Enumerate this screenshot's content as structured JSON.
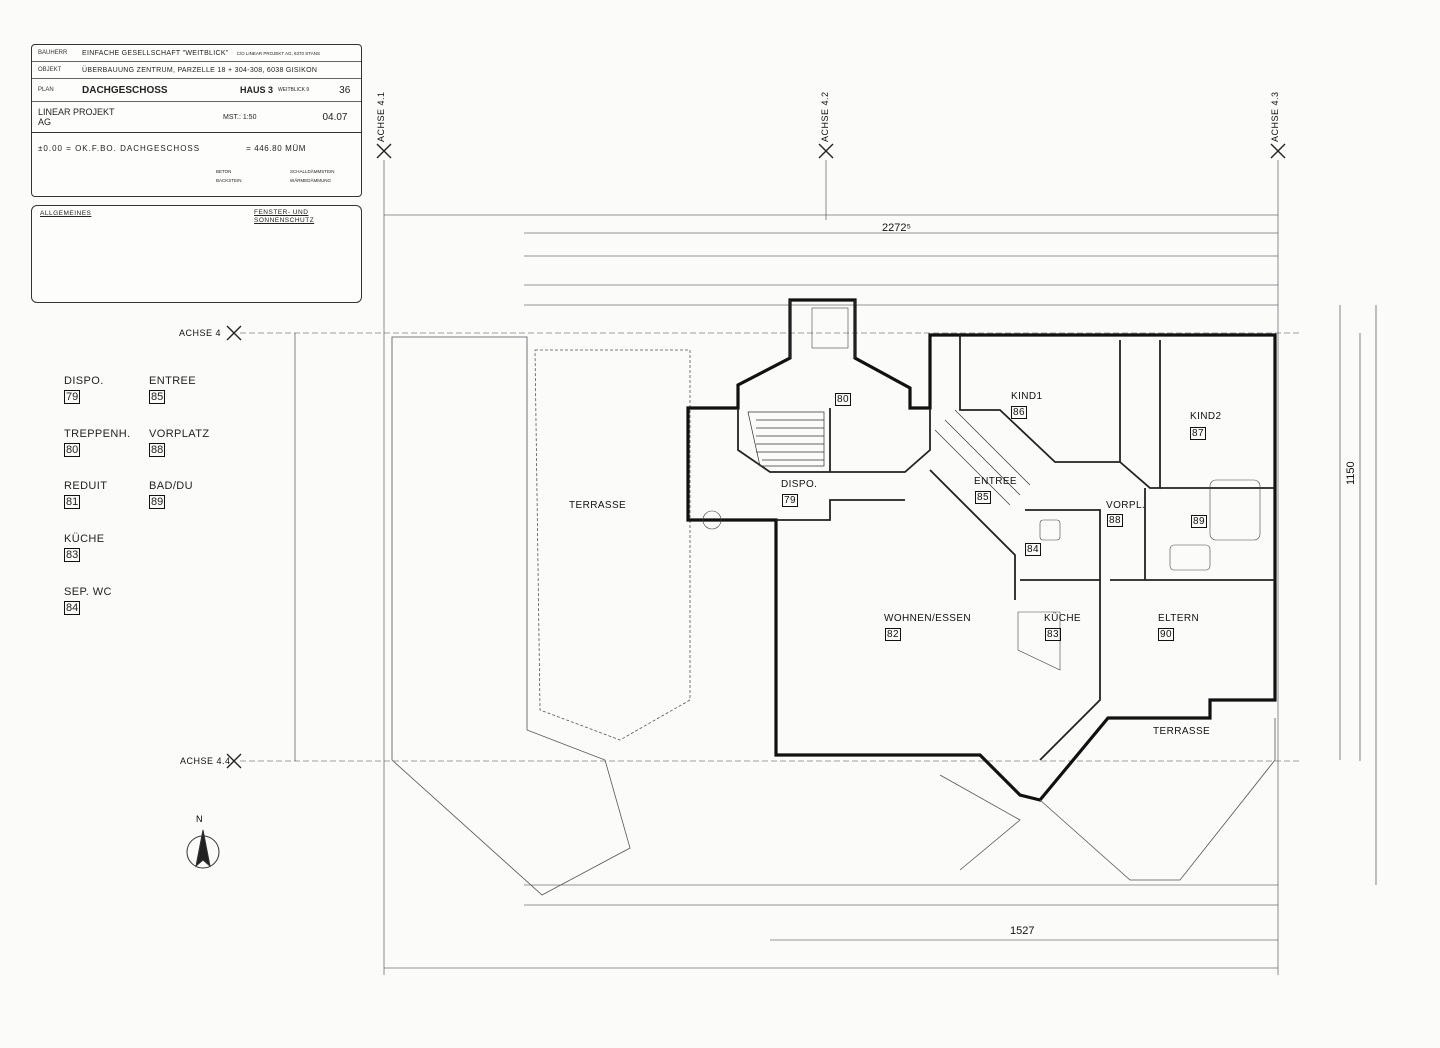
{
  "title_block": {
    "bauherr_key": "BAUHERR",
    "bauherr_val": "EINFACHE GESELLSCHAFT \"WEITBLICK\"",
    "bauherr_note": "C/O LINEAR PROJEKT AG, 6370 STANS",
    "objekt_key": "OBJEKT",
    "objekt_val": "ÜBERBAUUNG ZENTRUM, PARZELLE 18 + 304-308, 6038 GISIKON",
    "plan_key": "PLAN",
    "plan_val": "DACHGESCHOSS",
    "haus": "HAUS 3",
    "weitblick": "WEITBLICK 9",
    "plan_no": "36",
    "firm": "LINEAR PROJEKT AG",
    "mst": "MST.: 1:50",
    "plan_rev": "04.07",
    "level_line": "±0.00 = OK.F.BO.   DACHGESCHOSS",
    "level_value": "= 446.80 MÜM",
    "mat_beton": "BETON",
    "mat_backstein": "BACKSTEIN",
    "mat_schall": "SCHALLDÄMMSTEIN",
    "mat_waerme": "WÄRMEDÄMMUNG"
  },
  "legend": {
    "heading_general": "ALLGEMEINES",
    "heading_sun": "FENSTER- UND SONNENSCHUTZ"
  },
  "axes": {
    "a41": "ACHSE 4.1",
    "a42": "ACHSE 4.2",
    "a43": "ACHSE 4.3",
    "a4": "ACHSE 4",
    "a44": "ACHSE 4.4"
  },
  "room_list": [
    {
      "name": "DISPO.",
      "no": "79"
    },
    {
      "name": "ENTREE",
      "no": "85"
    },
    {
      "name": "TREPPENH.",
      "no": "80"
    },
    {
      "name": "VORPLATZ",
      "no": "88"
    },
    {
      "name": "REDUIT",
      "no": "81"
    },
    {
      "name": "BAD/DU",
      "no": "89"
    },
    {
      "name": "KÜCHE",
      "no": "83"
    },
    {
      "name": "SEP. WC",
      "no": "84"
    }
  ],
  "rooms": {
    "terrasse_west": "TERRASSE",
    "dispo": "DISPO.",
    "dispo_no": "79",
    "treppenh_no": "80",
    "kind1": "KIND1",
    "kind1_no": "86",
    "kind2": "KIND2",
    "kind2_no": "87",
    "entree": "ENTREE",
    "entree_no": "85",
    "vorpl": "VORPL.",
    "vorpl_no": "88",
    "bad_no": "89",
    "wc_no": "84",
    "wohnen": "WOHNEN/ESSEN",
    "wohnen_no": "82",
    "kueche": "KÜCHE",
    "kueche_no": "83",
    "eltern": "ELTERN",
    "eltern_no": "90",
    "terrasse_east": "TERRASSE"
  },
  "dimensions": {
    "overall_width": "2272⁵",
    "lower_width": "1527",
    "right_height": "1150"
  },
  "north": "N"
}
